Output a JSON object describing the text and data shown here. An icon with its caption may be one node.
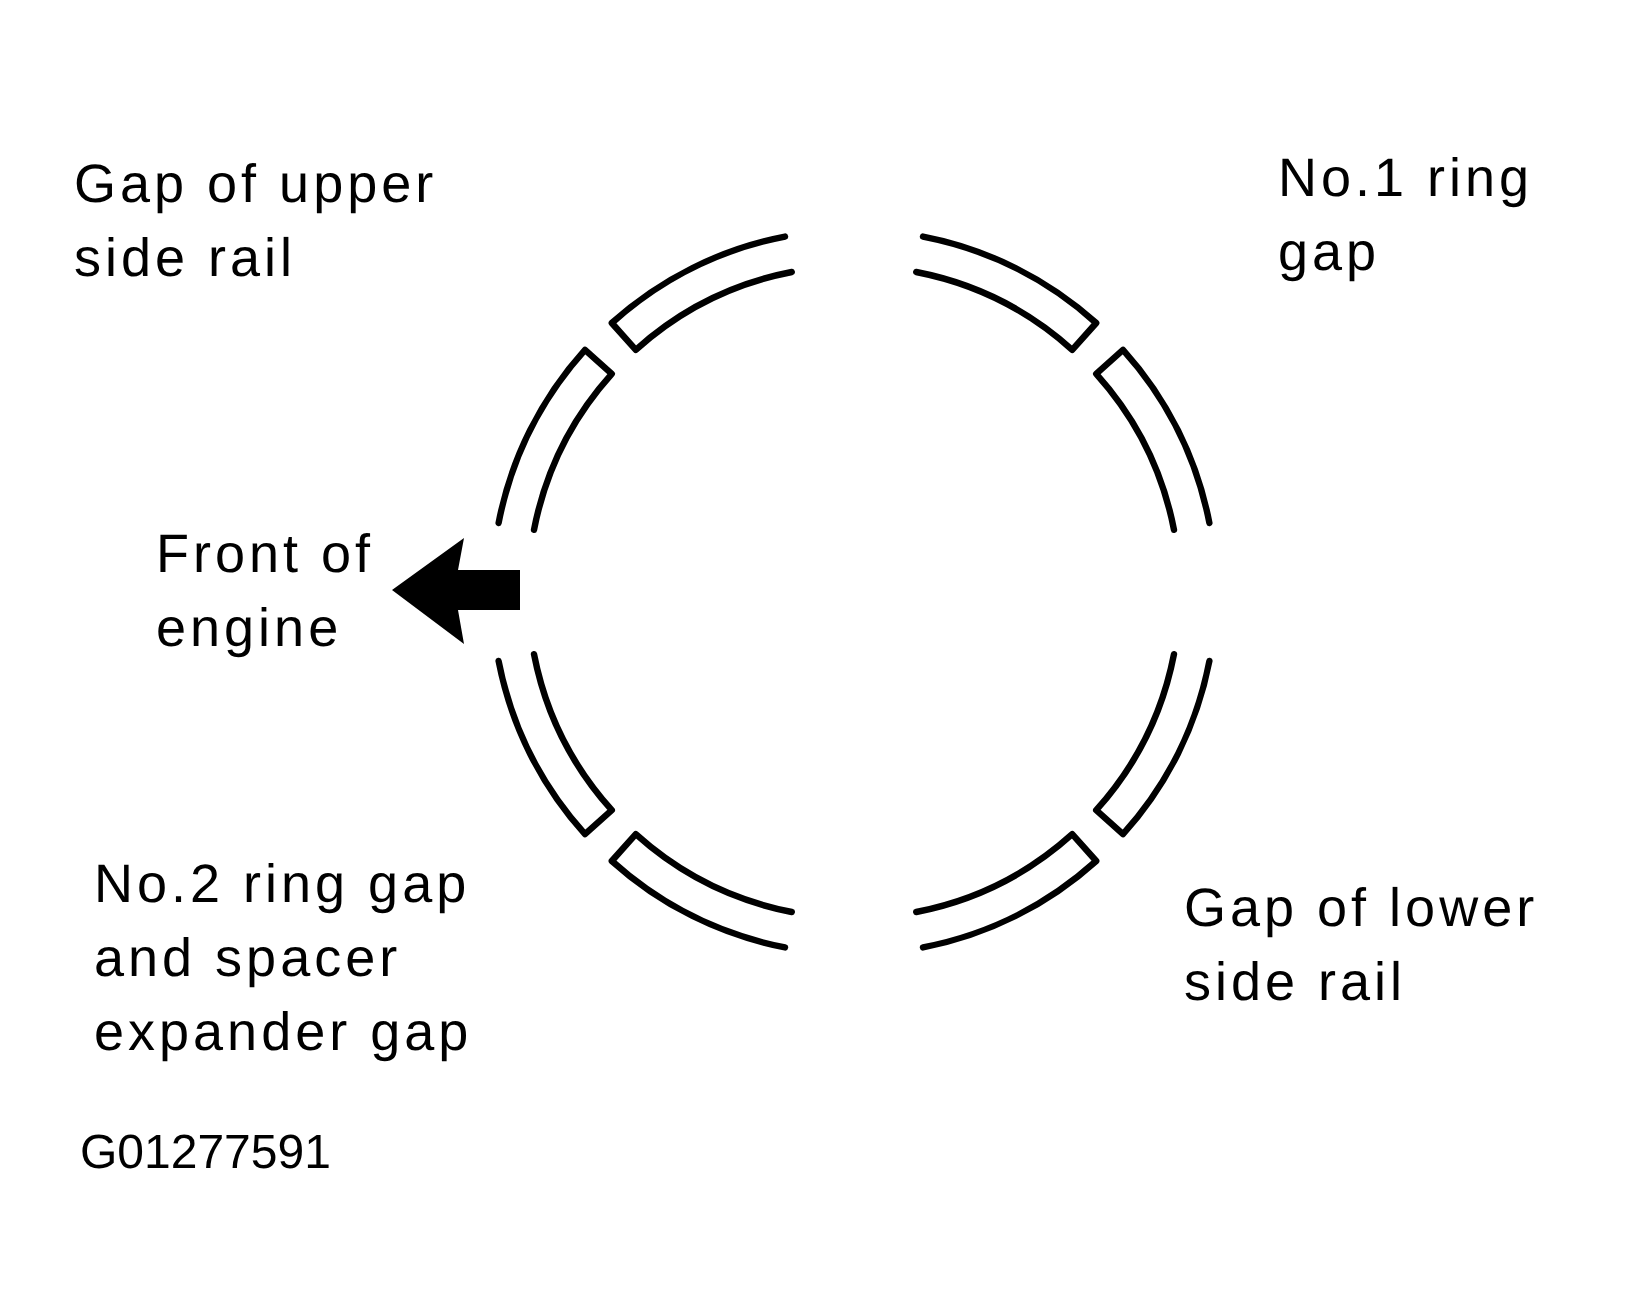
{
  "diagram": {
    "labels": [
      "Gap of upper side rail",
      "No.1 ring gap",
      "Front of engine",
      "No.2 ring gap and spacer expander gap",
      "Gap of lower side rail",
      "G01277591"
    ]
  }
}
